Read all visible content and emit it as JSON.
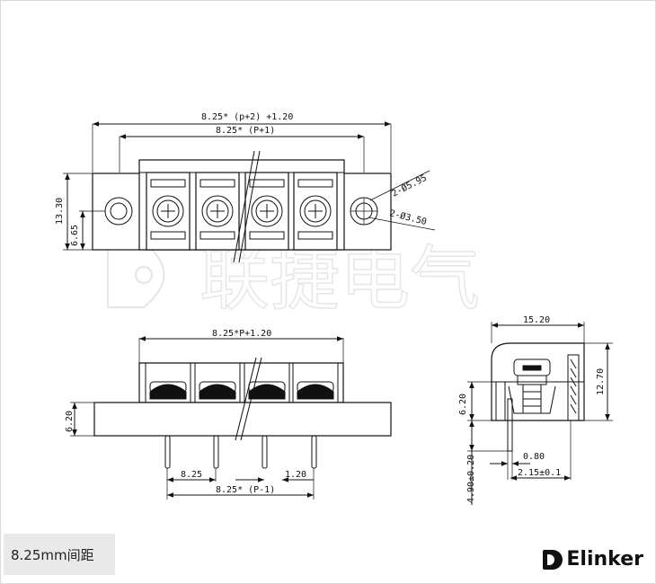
{
  "caption": "8.25mm间距",
  "brand": "Elinker",
  "watermark": "联捷电气",
  "top_view": {
    "overall_width": "8.25* (p+2) +1.20",
    "pitch_width": "8.25* (P+1)",
    "height": "13.30",
    "hole_center": "6.65",
    "hole_outer": "2-Ø5.95",
    "hole_inner": "2-Ø3.50"
  },
  "front_view": {
    "overall_width": "8.25*P+1.20",
    "height": "6.20",
    "pitch": "8.25",
    "edge_offset": "1.20",
    "pin_span": "8.25* (P-1)"
  },
  "side_view": {
    "width": "15.20",
    "height": "12.70",
    "flange": "6.20",
    "pin_thickness": "0.80",
    "pin_offset": "2.15±0.1",
    "pin_length": "4.90±0.20"
  }
}
